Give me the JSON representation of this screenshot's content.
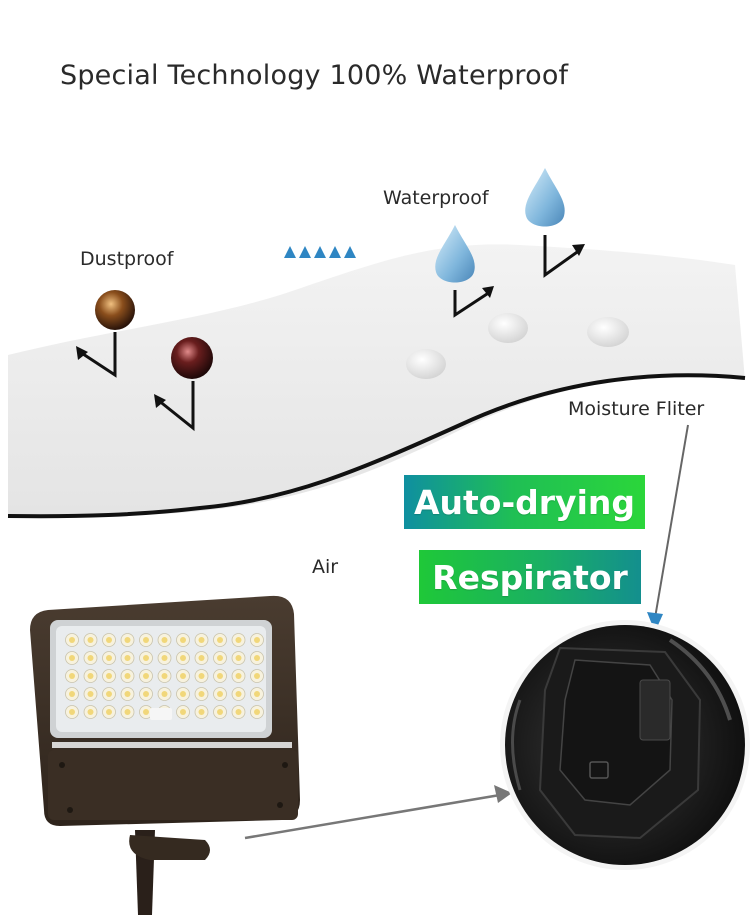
{
  "title": "Special Technology 100% Waterproof",
  "labels": {
    "dustproof": "Dustproof",
    "waterproof": "Waterproof",
    "air": "Air",
    "moisture_filter": "Moisture Fliter"
  },
  "badges": {
    "auto_drying": "Auto-drying",
    "respirator": "Respirator"
  },
  "colors": {
    "badge_green": "#1fc838",
    "badge_teal": "#1a9a8a",
    "air_arrow": "#2f86c3",
    "membrane": "#ececec",
    "fixture": "#3a2e24"
  }
}
